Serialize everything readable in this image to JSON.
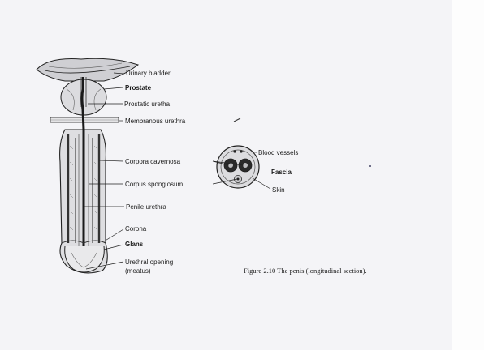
{
  "diagram": {
    "labels": {
      "urinary_bladder": "Urinary bladder",
      "prostate": "Prostate",
      "prostatic_urethra": "Prostatic uretha",
      "membranous_urethra": "Membranous urethra",
      "corpora_cavernosa": "Corpora cavernosa",
      "corpus_spongiosum": "Corpus spongiosum",
      "penile_urethra": "Penile urethra",
      "corona": "Corona",
      "glans": "Glans",
      "urethral_opening": "Urethral opening",
      "meatus": "(meatus)",
      "blood_vessels": "Blood vessels",
      "fascia": "Fascia",
      "skin": "Skin"
    },
    "caption": "Figure 2.10   The penis (longitudinal section)."
  },
  "colors": {
    "background": "#f4f4f7",
    "ink": "#1b1b1b",
    "tissue_fill": "#d9d9dc"
  }
}
